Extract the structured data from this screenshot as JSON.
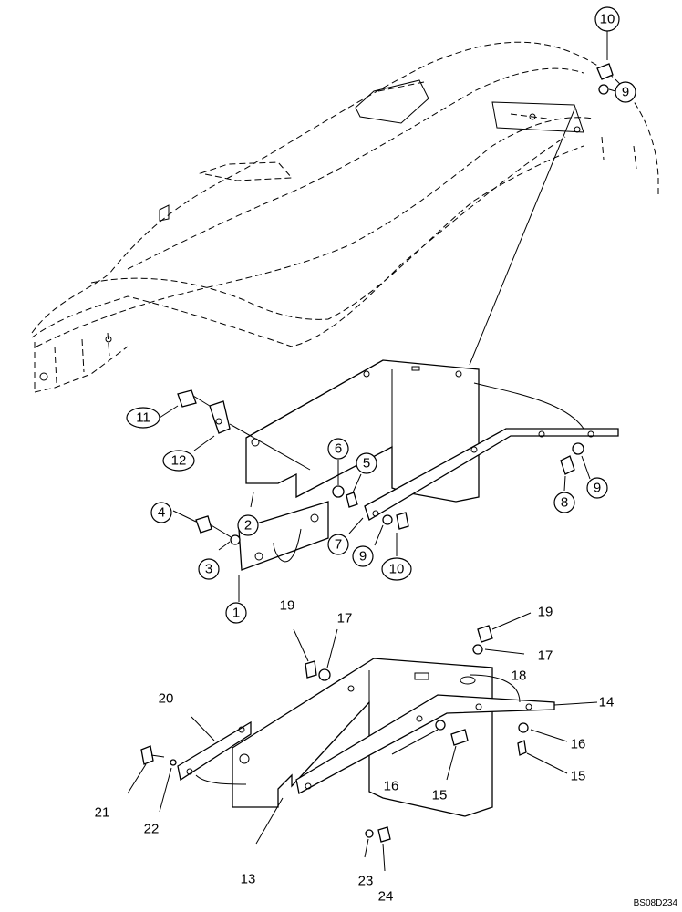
{
  "ref_code": "BS08D234",
  "callouts": [
    {
      "id": "c10a",
      "text": "10"
    },
    {
      "id": "c9a",
      "text": "9"
    },
    {
      "id": "c11",
      "text": "11"
    },
    {
      "id": "c12",
      "text": "12"
    },
    {
      "id": "c6",
      "text": "6"
    },
    {
      "id": "c5",
      "text": "5"
    },
    {
      "id": "c4",
      "text": "4"
    },
    {
      "id": "c2",
      "text": "2"
    },
    {
      "id": "c3",
      "text": "3"
    },
    {
      "id": "c1",
      "text": "1"
    },
    {
      "id": "c7",
      "text": "7"
    },
    {
      "id": "c9b",
      "text": "9"
    },
    {
      "id": "c10b",
      "text": "10"
    },
    {
      "id": "c8",
      "text": "8"
    },
    {
      "id": "c9c",
      "text": "9"
    }
  ],
  "labels": [
    {
      "id": "l19a",
      "text": "19"
    },
    {
      "id": "l17a",
      "text": "17"
    },
    {
      "id": "l19b",
      "text": "19"
    },
    {
      "id": "l17b",
      "text": "17"
    },
    {
      "id": "l18",
      "text": "18"
    },
    {
      "id": "l20",
      "text": "20"
    },
    {
      "id": "l14",
      "text": "14"
    },
    {
      "id": "l16a",
      "text": "16"
    },
    {
      "id": "l15a",
      "text": "15"
    },
    {
      "id": "l16b",
      "text": "16"
    },
    {
      "id": "l15b",
      "text": "15"
    },
    {
      "id": "l21",
      "text": "21"
    },
    {
      "id": "l22",
      "text": "22"
    },
    {
      "id": "l13",
      "text": "13"
    },
    {
      "id": "l23",
      "text": "23"
    },
    {
      "id": "l24",
      "text": "24"
    }
  ]
}
